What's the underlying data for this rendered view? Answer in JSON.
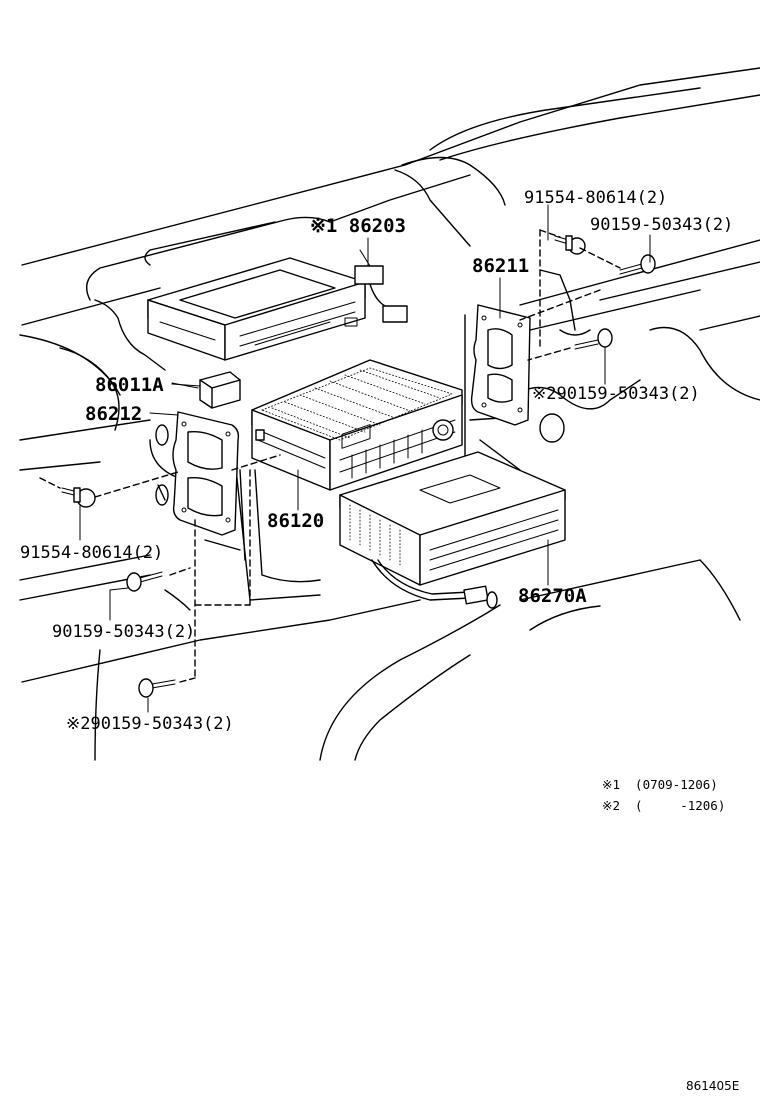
{
  "labels": {
    "p86203": "※1 86203",
    "p86211": "86211",
    "p91554_top": "91554-80614(2)",
    "p90159_top": "90159-50343(2)",
    "p90159_right": "※290159-50343(2)",
    "p86011A": "86011A",
    "p86212": "86212",
    "p86120": "86120",
    "p86270A": "86270A",
    "p91554_left": "91554-80614(2)",
    "p90159_left": "90159-50343(2)",
    "p90159_bottom": "※290159-50343(2)"
  },
  "notes": {
    "note1": "※1  (0709-1206)",
    "note2": "※2  (     -1206)"
  },
  "illustration_code": "861405E"
}
